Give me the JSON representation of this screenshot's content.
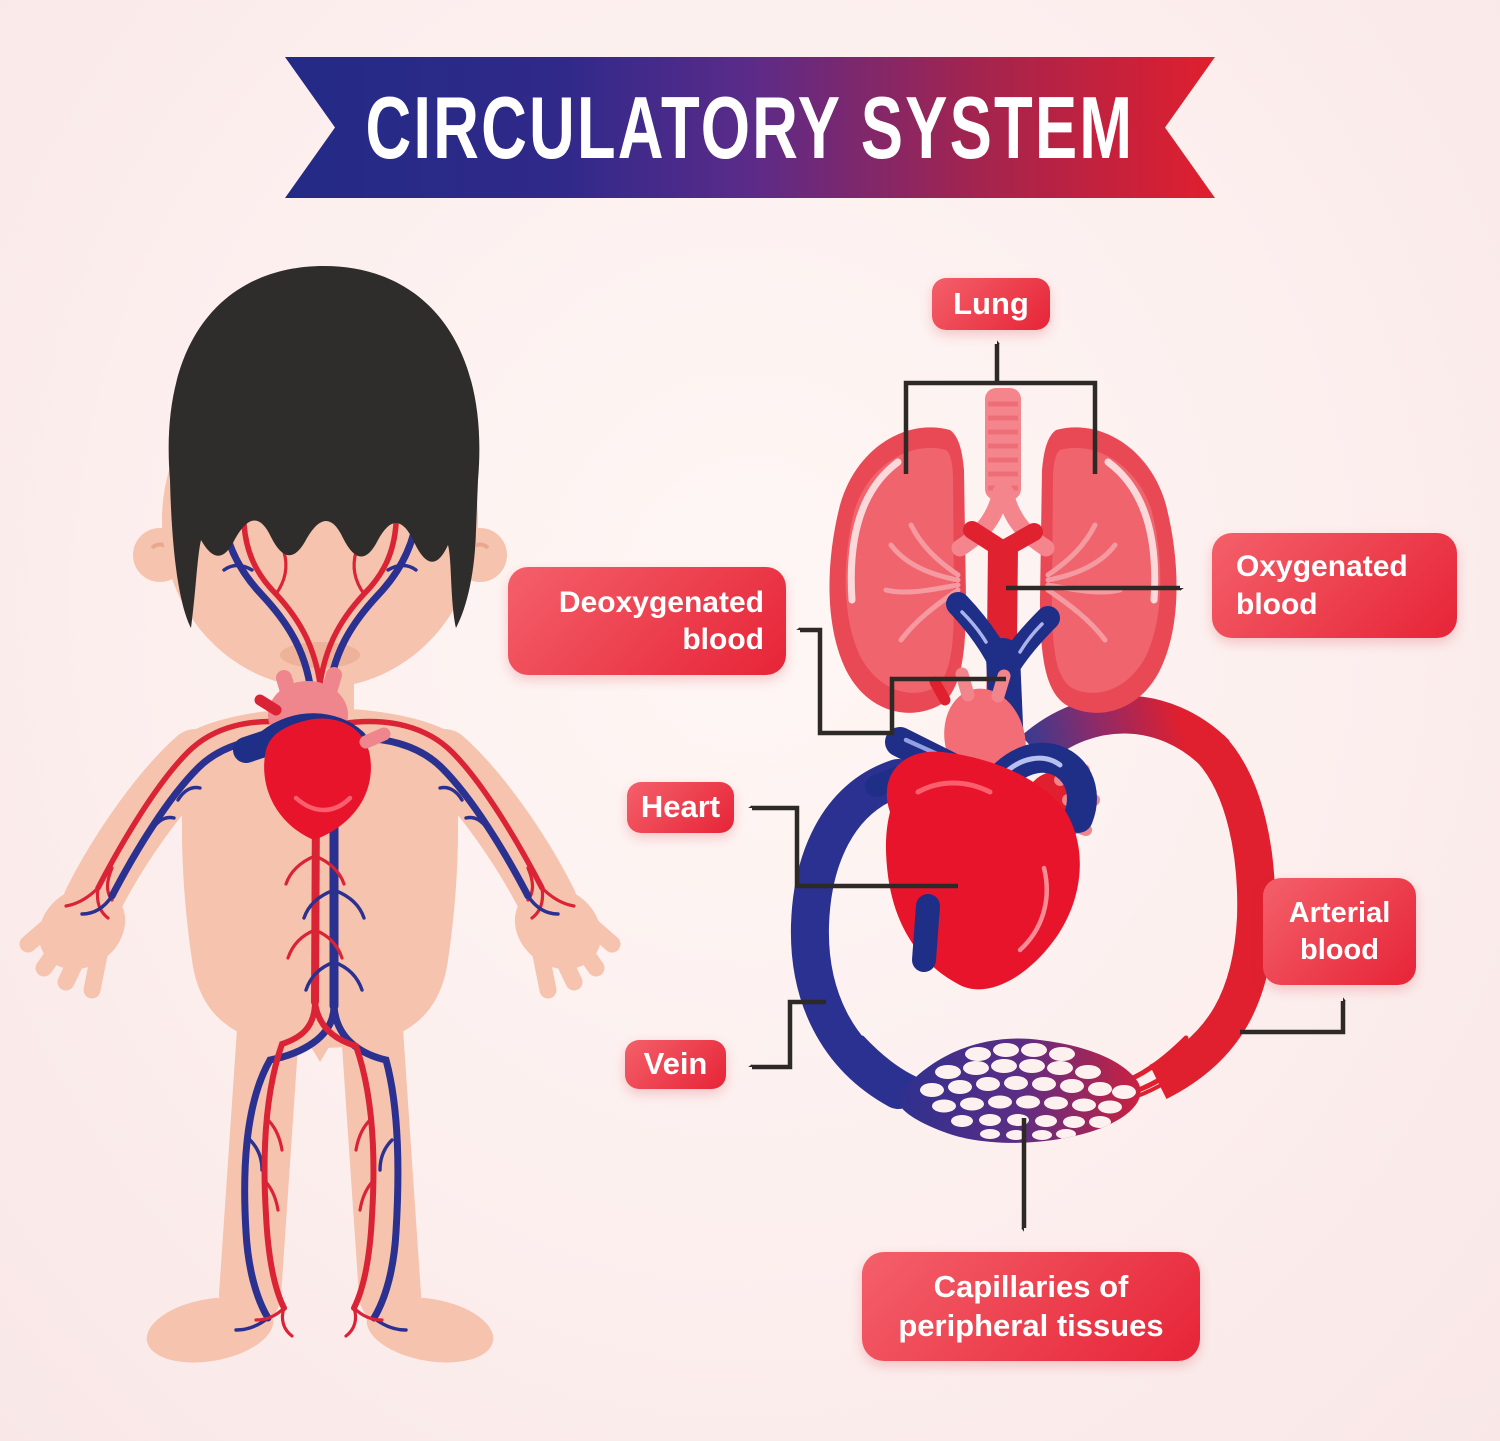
{
  "title": {
    "text": "CIRCULATORY SYSTEM"
  },
  "labels": {
    "lung": {
      "text": "Lung"
    },
    "deoxygenated_blood": {
      "text": "Deoxygenated blood"
    },
    "oxygenated_blood": {
      "text": "Oxygenated blood"
    },
    "heart": {
      "text": "Heart"
    },
    "vein": {
      "text": "Vein"
    },
    "arterial_blood": {
      "text": "Arterial blood"
    },
    "capillaries": {
      "text": "Capillaries of peripheral tissues"
    }
  },
  "colors": {
    "background": "#fcefee",
    "label_gradient_start": "#f4606a",
    "label_gradient_end": "#e62437",
    "banner_blue": "#232a85",
    "banner_red": "#e01f2e",
    "artery_red": "#da2335",
    "vein_blue": "#2b3190",
    "heart_red": "#e8142b",
    "lung_red": "#e94954",
    "trachea_pink": "#f5858c",
    "capillary_purple": "#5c2d84",
    "skin": "#f6c3ae",
    "hair": "#2e2d2b",
    "connector_line": "#2d2926",
    "label_text": "#ffffff"
  }
}
